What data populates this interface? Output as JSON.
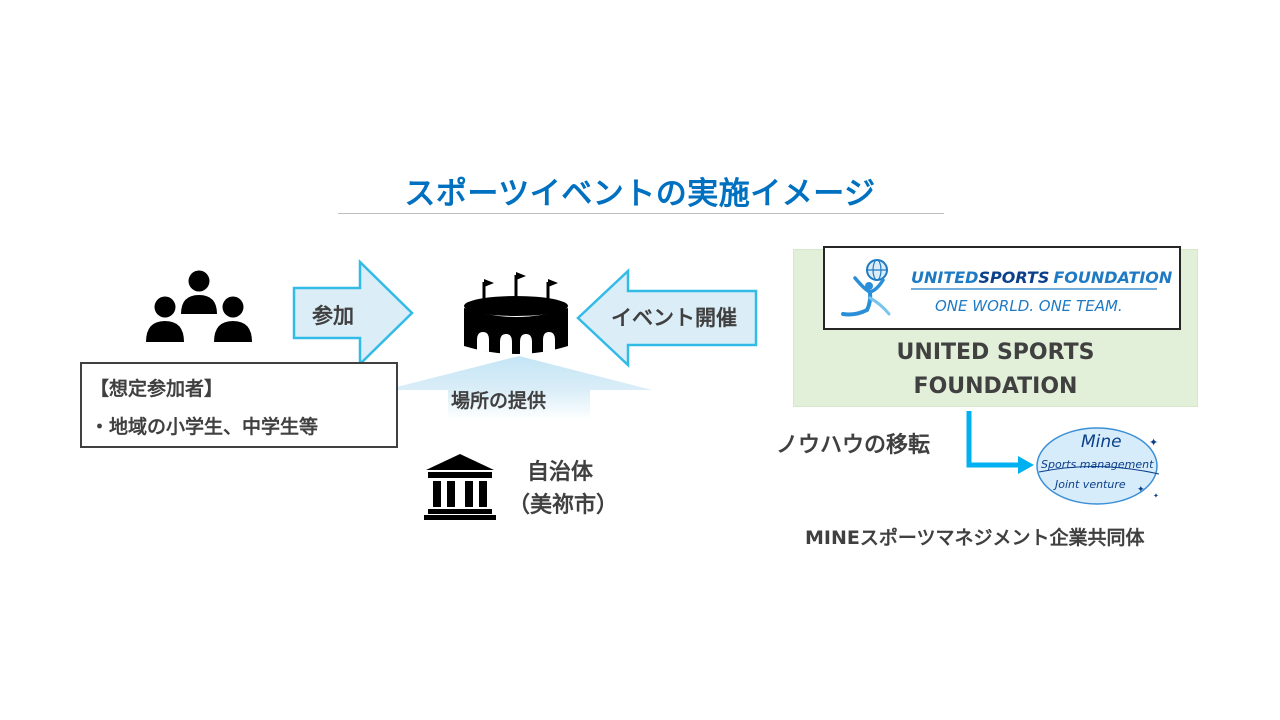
{
  "title": "スポーツイベントの実施イメージ",
  "arrows": {
    "participate": "参加",
    "host_event": "イベント開催",
    "venue_provision": "場所の提供",
    "knowhow_transfer": "ノウハウの移転"
  },
  "participants": {
    "heading": "【想定参加者】",
    "item": "・地域の小学生、中学生等",
    "icon": "people-group-icon"
  },
  "stadium": {
    "icon": "stadium-icon"
  },
  "municipality": {
    "name": "自治体",
    "city": "（美祢市）",
    "icon": "government-building-icon"
  },
  "usf": {
    "logo_text": {
      "united": "UNITED",
      "sports": "SPORTS",
      "foundation": "FOUNDATION",
      "tagline": "ONE WORLD. ONE TEAM."
    },
    "name_line1": "UNITED SPORTS",
    "name_line2": "FOUNDATION"
  },
  "jv": {
    "logo_text": {
      "mine": "Mine",
      "sports_management": "Sports management",
      "joint_venture": "Joint venture"
    },
    "name": "MINEスポーツマネジメント企業共同体"
  },
  "colors": {
    "title_blue": "#0070c0",
    "arrow_fill": "#dbeef8",
    "arrow_stroke": "#33bbe8",
    "connector_blue": "#00b0f0",
    "usf_panel_green": "#e2efd9",
    "dark_text": "#404040"
  }
}
